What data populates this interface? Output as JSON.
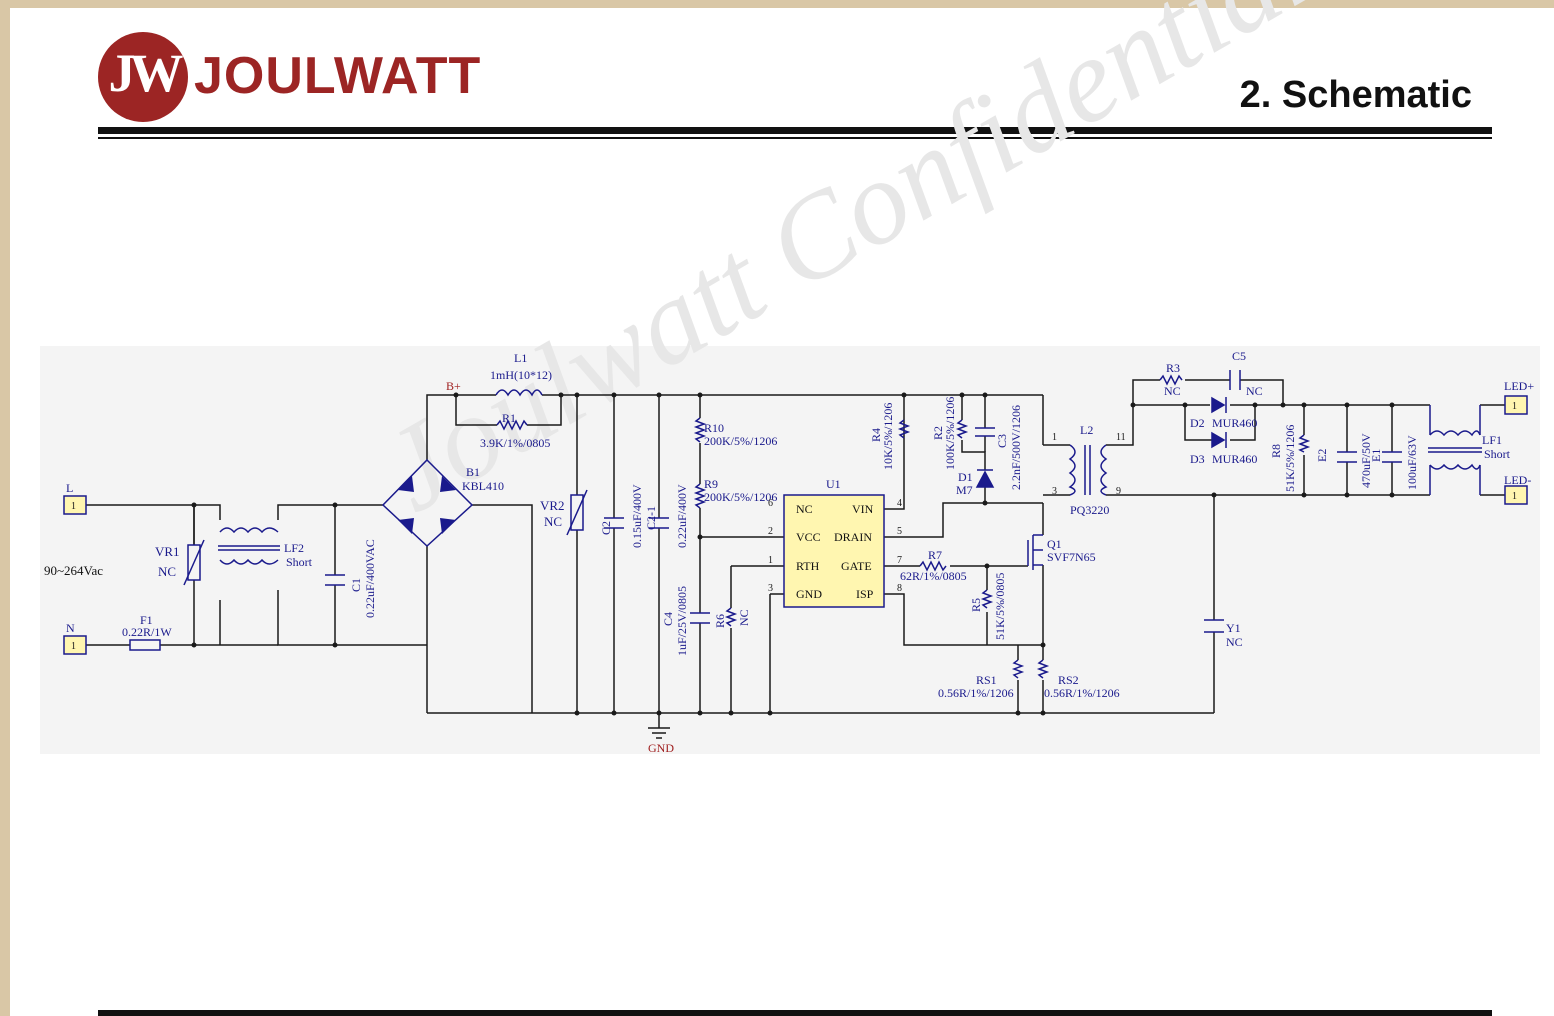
{
  "header": {
    "logo_text": "JW JOULWATT",
    "page_title": "2. Schematic"
  },
  "watermark": "Joulwatt Confidential",
  "schematic": {
    "input": {
      "L_label": "L",
      "N_label": "N",
      "connector_pin": "1",
      "voltage": "90~264Vac"
    },
    "components": {
      "F1": {
        "ref": "F1",
        "value": "0.22R/1W"
      },
      "VR1": {
        "ref": "VR1",
        "value": "NC"
      },
      "LF2": {
        "ref": "LF2",
        "value": "Short"
      },
      "C1": {
        "ref": "C1",
        "value": "0.22uF/400VAC"
      },
      "B1": {
        "ref": "B1",
        "value": "KBL410"
      },
      "L1": {
        "ref": "L1",
        "value": "1mH(10*12)"
      },
      "R1": {
        "ref": "R1",
        "value": "3.9K/1%/0805"
      },
      "Bplus": {
        "ref": "B+"
      },
      "VR2": {
        "ref": "VR2",
        "value": "NC"
      },
      "C2": {
        "ref": "C2",
        "value": "0.15uF/400V"
      },
      "C2_1": {
        "ref": "C2-1",
        "value": "0.22uF/400V"
      },
      "R10": {
        "ref": "R10",
        "value": "200K/5%/1206"
      },
      "R9": {
        "ref": "R9",
        "value": "200K/5%/1206"
      },
      "C4": {
        "ref": "C4",
        "value": "1uF/25V/0805"
      },
      "R6": {
        "ref": "R6",
        "value": "NC"
      },
      "GND": {
        "ref": "GND"
      },
      "U1": {
        "ref": "U1",
        "pins_left": [
          "NC",
          "VCC",
          "RTH",
          "GND"
        ],
        "pins_right": [
          "VIN",
          "DRAIN",
          "GATE",
          "ISP"
        ],
        "pin_numbers_left": [
          "6",
          "2",
          "1",
          "3"
        ],
        "pin_numbers_right": [
          "4",
          "5",
          "7",
          "8"
        ]
      },
      "R4": {
        "ref": "R4",
        "value": "10K/5%/1206"
      },
      "R2": {
        "ref": "R2",
        "value": "100K/5%/1206"
      },
      "C3": {
        "ref": "C3",
        "value": "2.2nF/500V/1206"
      },
      "D1": {
        "ref": "D1",
        "value": "M7"
      },
      "R7": {
        "ref": "R7",
        "value": "62R/1%/0805"
      },
      "R5": {
        "ref": "R5",
        "value": "51K/5%/0805"
      },
      "Q1": {
        "ref": "Q1",
        "value": "SVF7N65"
      },
      "RS1": {
        "ref": "RS1",
        "value": "0.56R/1%/1206"
      },
      "RS2": {
        "ref": "RS2",
        "value": "0.56R/1%/1206"
      },
      "L2": {
        "ref": "L2",
        "value": "PQ3220",
        "pins": [
          "1",
          "3",
          "11",
          "9"
        ]
      },
      "R3": {
        "ref": "R3",
        "value": "NC"
      },
      "C5": {
        "ref": "C5",
        "value": "NC"
      },
      "D2": {
        "ref": "D2",
        "value": "MUR460"
      },
      "D3": {
        "ref": "D3",
        "value": "MUR460"
      },
      "R8": {
        "ref": "R8",
        "value": "51K/5%/1206"
      },
      "E2": {
        "ref": "E2",
        "value": "470uF/50V"
      },
      "E1": {
        "ref": "E1",
        "value": "100uF/63V"
      },
      "Y1": {
        "ref": "Y1",
        "value": "NC"
      },
      "LF1": {
        "ref": "LF1",
        "value": "Short"
      },
      "LED_plus": {
        "ref": "LED+"
      },
      "LED_minus": {
        "ref": "LED-"
      }
    }
  }
}
